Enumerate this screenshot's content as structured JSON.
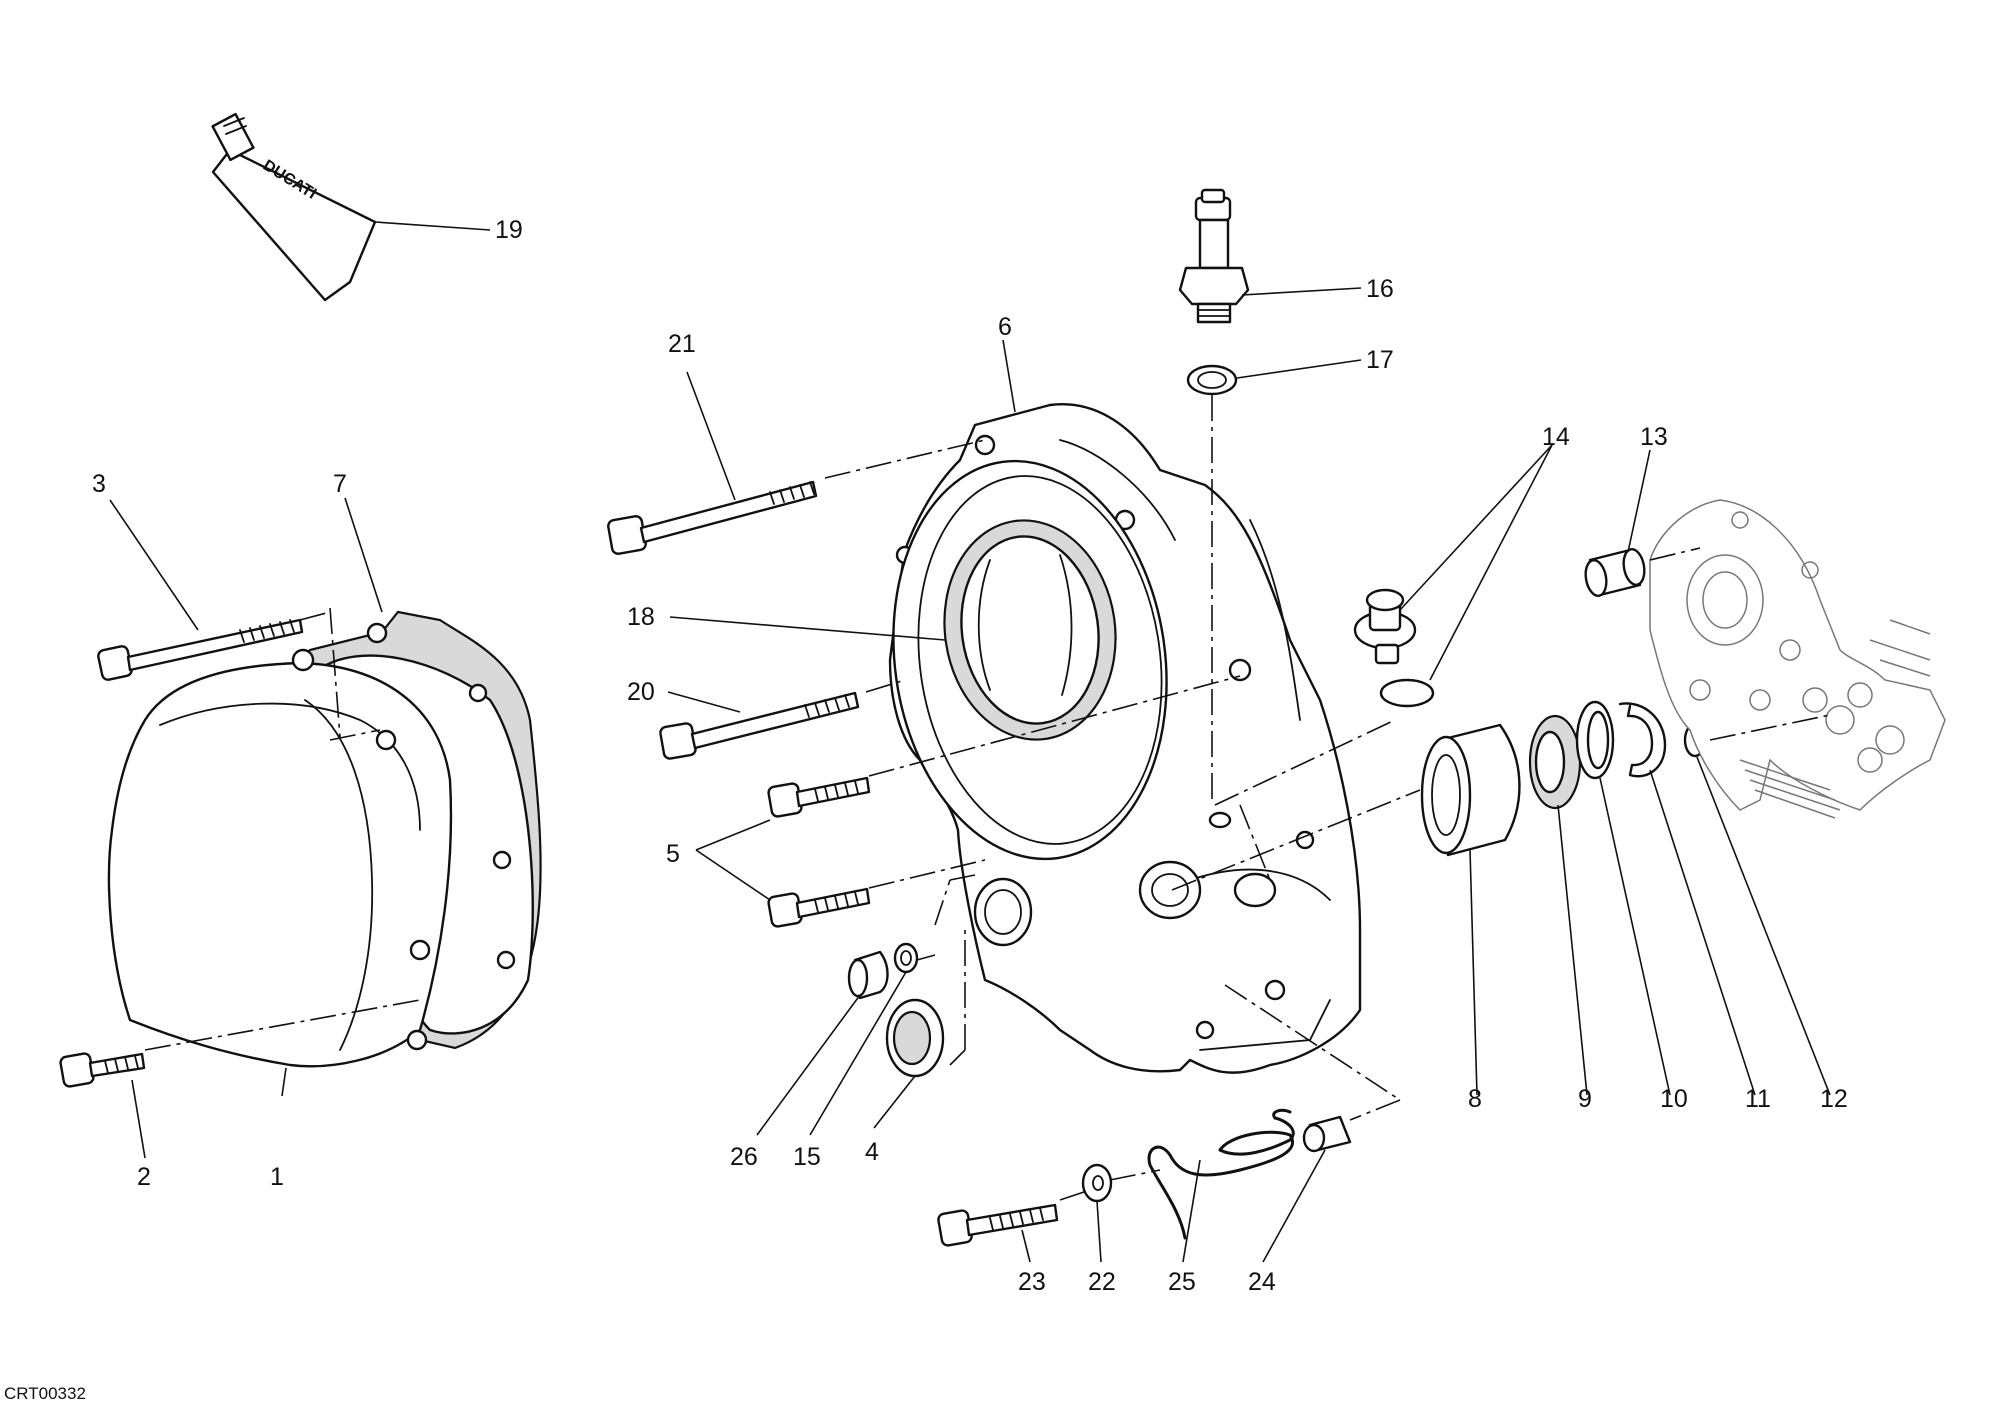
{
  "document_code": "CRT00332",
  "brand_on_tube": "DUCATI",
  "callouts": [
    {
      "id": "c1",
      "label": "1"
    },
    {
      "id": "c2",
      "label": "2"
    },
    {
      "id": "c3",
      "label": "3"
    },
    {
      "id": "c4",
      "label": "4"
    },
    {
      "id": "c5",
      "label": "5"
    },
    {
      "id": "c6",
      "label": "6"
    },
    {
      "id": "c7",
      "label": "7"
    },
    {
      "id": "c8",
      "label": "8"
    },
    {
      "id": "c9",
      "label": "9"
    },
    {
      "id": "c10",
      "label": "10"
    },
    {
      "id": "c11",
      "label": "11"
    },
    {
      "id": "c12",
      "label": "12"
    },
    {
      "id": "c13",
      "label": "13"
    },
    {
      "id": "c14",
      "label": "14"
    },
    {
      "id": "c15",
      "label": "15"
    },
    {
      "id": "c16",
      "label": "16"
    },
    {
      "id": "c17",
      "label": "17"
    },
    {
      "id": "c18",
      "label": "18"
    },
    {
      "id": "c19",
      "label": "19"
    },
    {
      "id": "c20",
      "label": "20"
    },
    {
      "id": "c21",
      "label": "21"
    },
    {
      "id": "c22",
      "label": "22"
    },
    {
      "id": "c23",
      "label": "23"
    },
    {
      "id": "c24",
      "label": "24"
    },
    {
      "id": "c25",
      "label": "25"
    },
    {
      "id": "c26",
      "label": "26"
    }
  ]
}
